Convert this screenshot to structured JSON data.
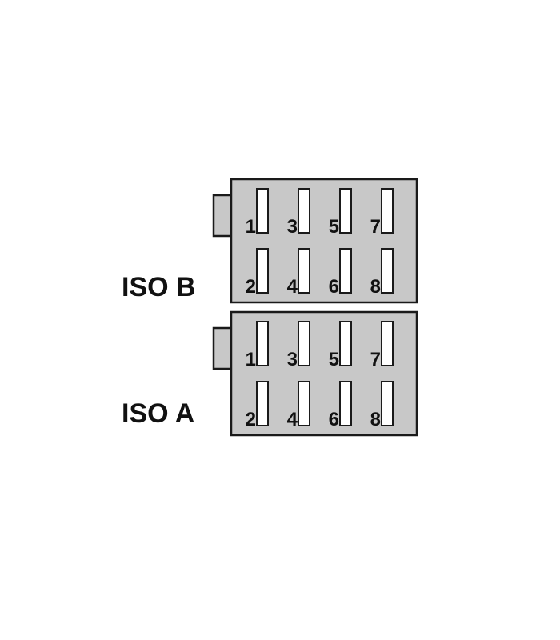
{
  "connectors": [
    {
      "label": "ISO B",
      "pins": [
        "1",
        "3",
        "5",
        "7",
        "2",
        "4",
        "6",
        "8"
      ]
    },
    {
      "label": "ISO A",
      "pins": [
        "1",
        "3",
        "5",
        "7",
        "2",
        "4",
        "6",
        "8"
      ]
    }
  ],
  "colors": {
    "housing": "#c8c8c8",
    "outline": "#1a1a1a",
    "pin": "#ffffff"
  }
}
